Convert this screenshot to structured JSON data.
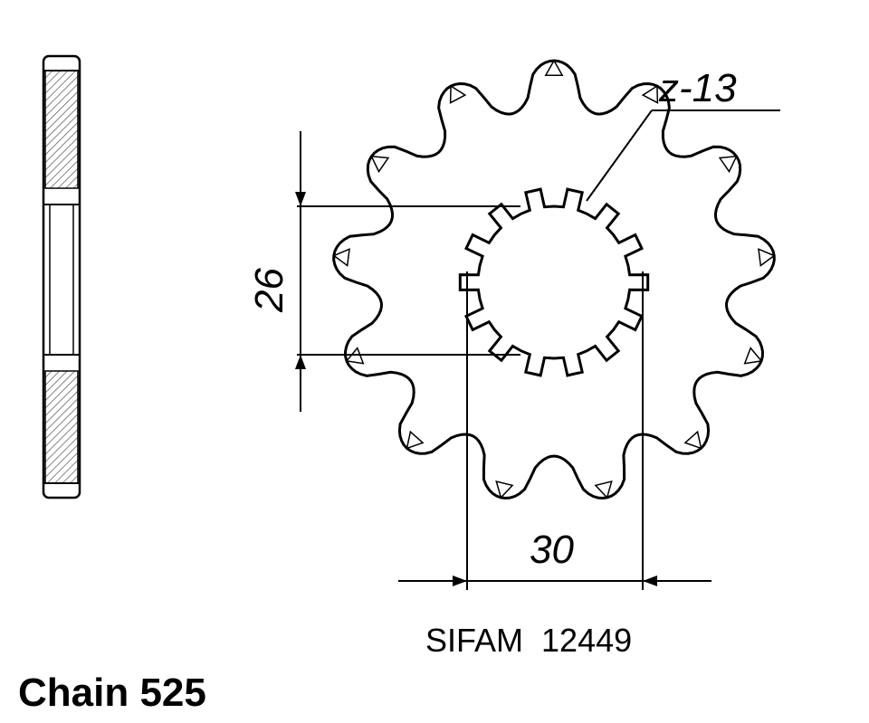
{
  "labels": {
    "teeth_count": "z-13",
    "dimension_height": "26",
    "dimension_width": "30",
    "part_reference": "SIFAM  12449",
    "chain_spec": "Chain 525"
  },
  "colors": {
    "line": "#000000",
    "hatch": "#555555",
    "background": "#ffffff"
  }
}
